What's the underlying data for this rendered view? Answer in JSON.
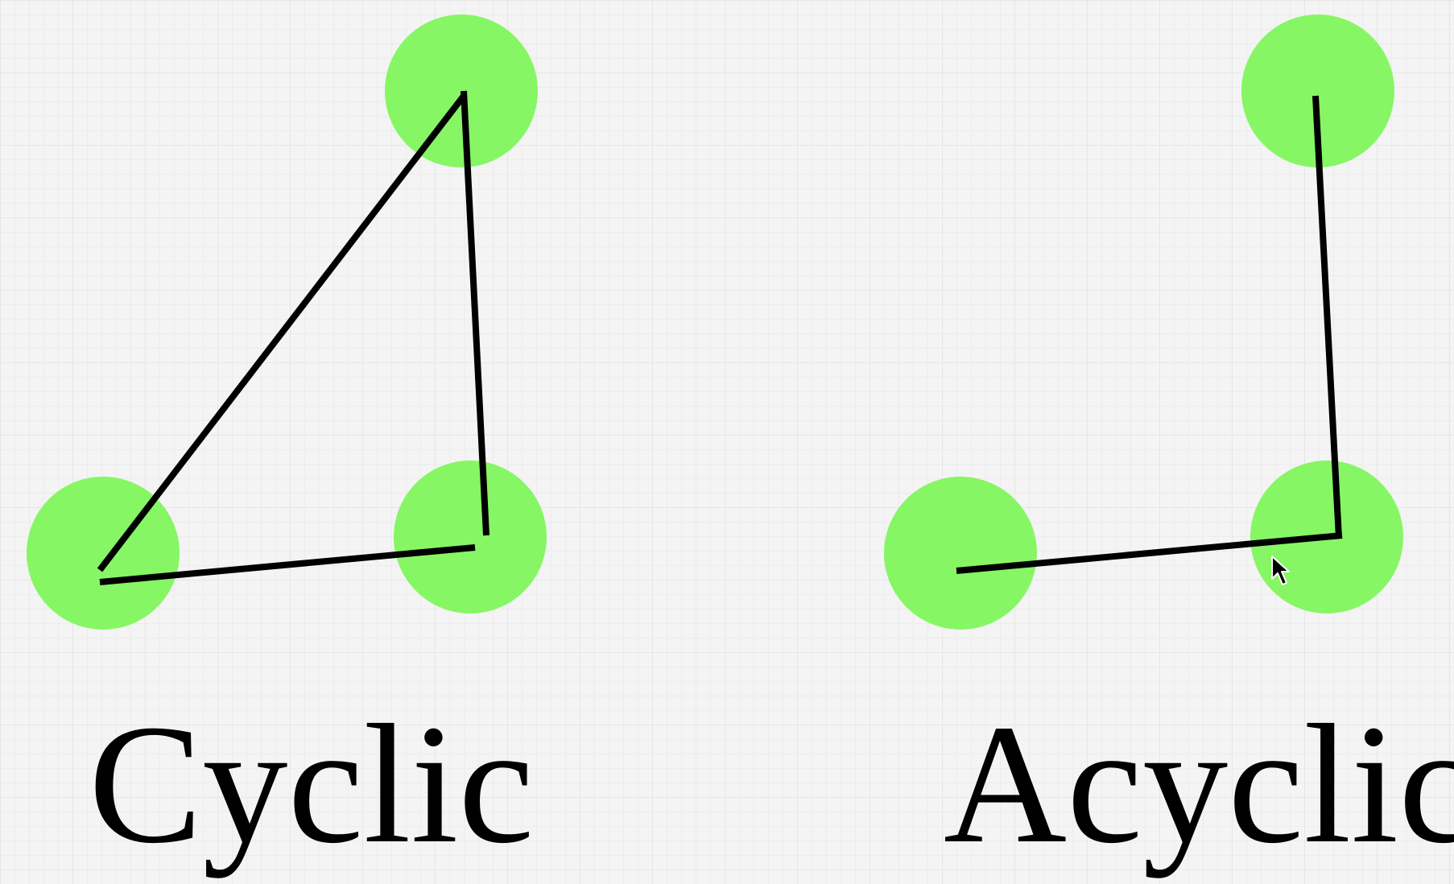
{
  "colors": {
    "node_fill": "#86f665",
    "edge_stroke": "#000000",
    "label_color": "#000000"
  },
  "diagrams": [
    {
      "label": "Cyclic",
      "nodes": [
        "top",
        "bottom-left",
        "bottom-right"
      ],
      "edges": [
        [
          "bottom-left",
          "top"
        ],
        [
          "top",
          "bottom-right"
        ],
        [
          "bottom-left",
          "bottom-right"
        ]
      ]
    },
    {
      "label": "Acyclic",
      "nodes": [
        "top",
        "bottom-left",
        "bottom-right"
      ],
      "edges": [
        [
          "top",
          "bottom-right"
        ],
        [
          "bottom-left",
          "bottom-right"
        ]
      ]
    }
  ],
  "cursor": "mouse-pointer-icon"
}
